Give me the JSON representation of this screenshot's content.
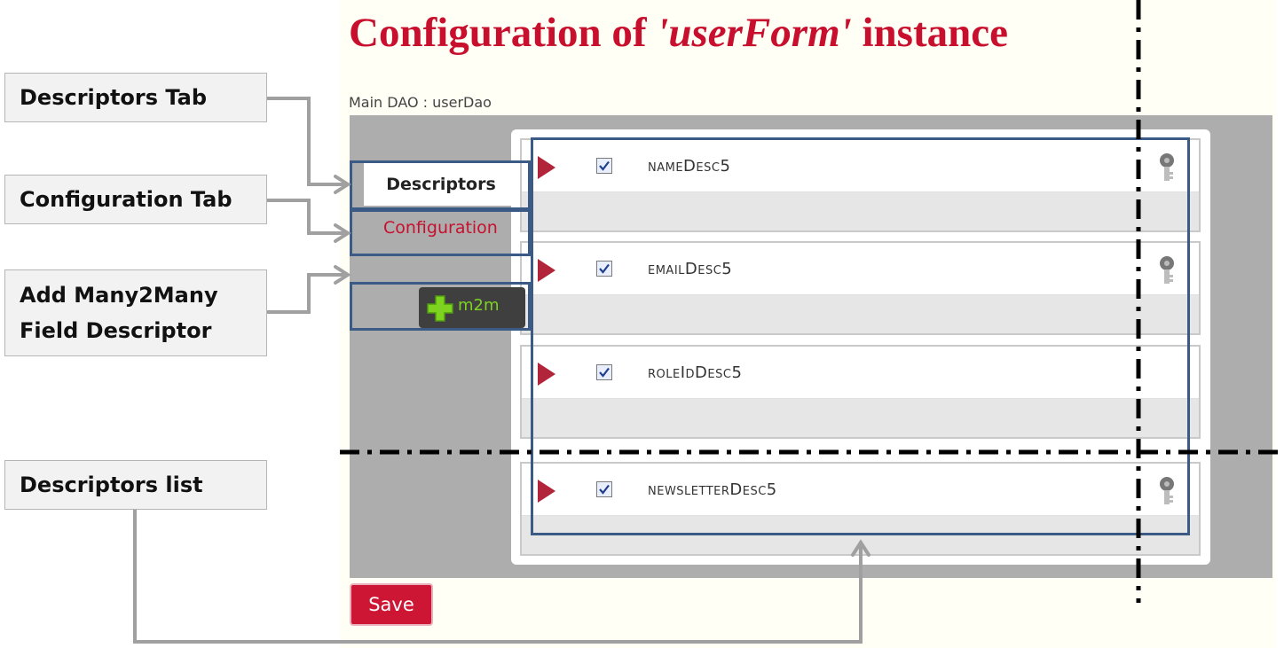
{
  "page": {
    "title_prefix": "Configuration of ",
    "title_instance": "'userForm'",
    "title_suffix": " instance",
    "main_dao": "Main DAO : userDao"
  },
  "tabs": {
    "descriptors": "Descriptors",
    "configuration": "Configuration"
  },
  "add_m2m_label": "m2m",
  "descriptors": [
    {
      "label": "nameDesc5",
      "checked": true,
      "key_icon": true
    },
    {
      "label": "emailDesc5",
      "checked": true,
      "key_icon": true
    },
    {
      "label": "roleIdDesc5",
      "checked": true,
      "key_icon": false
    },
    {
      "label": "newsletterDesc5",
      "checked": true,
      "key_icon": true
    }
  ],
  "save_label": "Save",
  "callouts": {
    "descriptors_tab": "Descriptors Tab",
    "configuration_tab": "Configuration Tab",
    "add_m2m_line1": "Add Many2Many",
    "add_m2m_line2": "Field Descriptor",
    "descriptors_list": "Descriptors list"
  },
  "colors": {
    "title_red": "#c8102e",
    "outline_blue": "#3b5a86",
    "panel_gray": "#adadad",
    "m2m_green": "#7ed321"
  }
}
